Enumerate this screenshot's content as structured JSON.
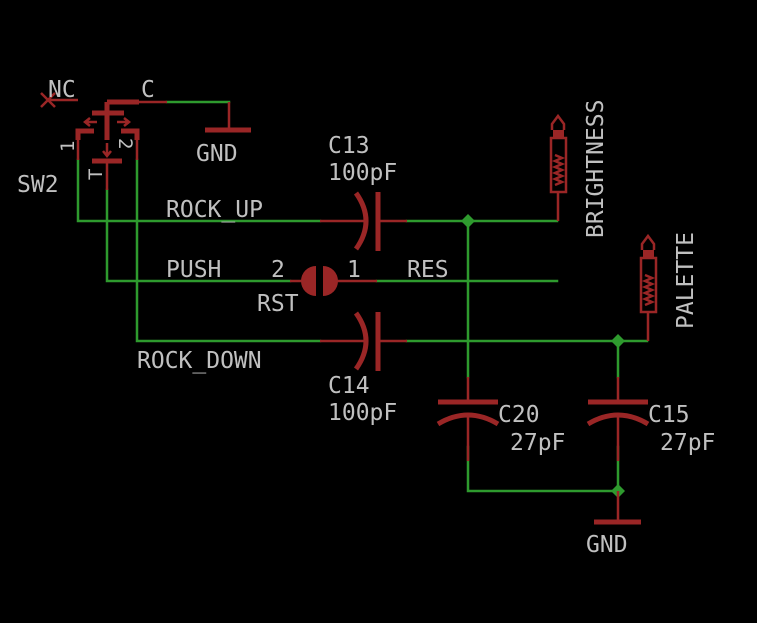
{
  "schematic": {
    "colors": {
      "background": "#000000",
      "wire": "#2e9a2e",
      "component": "#9a2626",
      "junction": "#2e9a2e",
      "text": "#c0c0c0"
    },
    "switch": {
      "name": "SW2",
      "pin_nc": "NC",
      "pin_c": "C",
      "pin_1": "1",
      "pin_2": "2",
      "pin_t": "T"
    },
    "nets": {
      "rock_up": "ROCK_UP",
      "push": "PUSH",
      "rock_down": "ROCK_DOWN",
      "res": "RES",
      "gnd_top": "GND",
      "gnd_bottom": "GND"
    },
    "components": {
      "c13": {
        "name": "C13",
        "value": "100pF"
      },
      "c14": {
        "name": "C14",
        "value": "100pF"
      },
      "c20": {
        "name": "C20",
        "value": "27pF"
      },
      "c15": {
        "name": "C15",
        "value": "27pF"
      },
      "rst": {
        "name": "RST",
        "pin_left": "2",
        "pin_right": "1"
      }
    },
    "test_points": {
      "brightness": "BRIGHTNESS",
      "palette": "PALETTE"
    }
  }
}
